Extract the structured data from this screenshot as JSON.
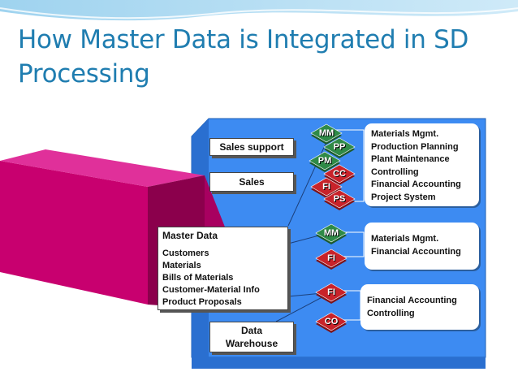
{
  "title": "How Master Data is Integrated in SD Processing",
  "colors": {
    "title": "#1f7db0",
    "panel": "#3d8bf2",
    "magenta_face": "#c8006f",
    "magenta_side": "#8b004c",
    "green_diamond": "#2f8a47",
    "red_diamond": "#c8232a"
  },
  "sales_support": "Sales support",
  "sales": "Sales",
  "master_data": {
    "title": "Master Data",
    "items": [
      "Customers",
      "Materials",
      "Bills of Materials",
      "Customer-Material Info",
      "Product Proposals"
    ]
  },
  "data_warehouse": "Data\nWarehouse",
  "groups": [
    {
      "modules": [
        {
          "label": "MM",
          "color": "green"
        },
        {
          "label": "PP",
          "color": "green"
        },
        {
          "label": "PM",
          "color": "green"
        },
        {
          "label": "CC",
          "color": "red"
        },
        {
          "label": "FI",
          "color": "red"
        },
        {
          "label": "PS",
          "color": "red"
        }
      ],
      "description": [
        "Materials Mgmt.",
        "Production Planning",
        "Plant Maintenance",
        "Controlling",
        "Financial Accounting",
        "Project System"
      ]
    },
    {
      "modules": [
        {
          "label": "MM",
          "color": "green"
        },
        {
          "label": "FI",
          "color": "red"
        }
      ],
      "description": [
        "Materials Mgmt.",
        "Financial Accounting"
      ]
    },
    {
      "modules": [
        {
          "label": "FI",
          "color": "red"
        },
        {
          "label": "CO",
          "color": "red"
        }
      ],
      "description": [
        "Financial Accounting",
        "Controlling"
      ]
    }
  ]
}
